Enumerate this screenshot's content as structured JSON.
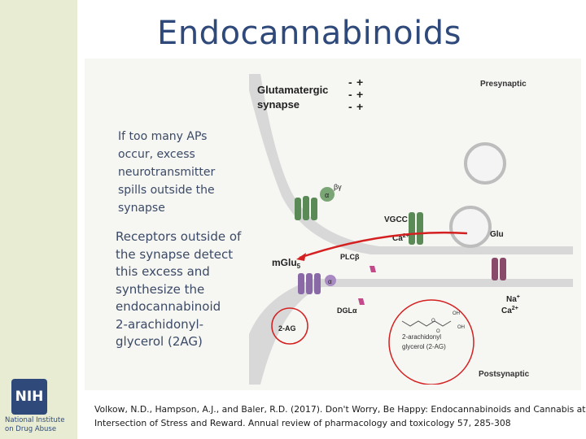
{
  "slide": {
    "title": "Endocannabinoids",
    "text1": {
      "lines": [
        "If too many APs",
        "occur, excess",
        "neurotransmitter",
        "spills outside the",
        "synapse"
      ]
    },
    "text2": {
      "lines": [
        "Receptors outside of",
        "the synapse detect",
        "this excess and",
        "synthesize the",
        "endocannabinoid",
        " 2-arachidonyl-",
        "glycerol (2AG)"
      ]
    },
    "citation": {
      "lines": [
        "Volkow, N.D., Hampson, A.J., and Baler, R.D. (2017). Don't Worry, Be Happy: Endocannabinoids and Cannabis at the",
        "Intersection of Stress and Reward. Annual review of pharmacology and toxicology 57, 285-308"
      ]
    },
    "logo": {
      "mark": "NIH",
      "lines": [
        "National Institute",
        "on Drug Abuse"
      ]
    }
  },
  "diagram": {
    "labels": {
      "glutamatergic": "Glutamatergic",
      "synapse": "synapse",
      "presynaptic": "Presynaptic",
      "postsynaptic": "Postsynaptic",
      "signs": [
        "-",
        "+",
        "-",
        "+",
        "-",
        "+"
      ],
      "alpha": "α",
      "beta_gamma": "βγ",
      "vgcc": "VGCC",
      "ca": "Ca",
      "ca_charge": "2+",
      "glu": "Glu",
      "mglu": "mGlu",
      "mglu_sub": "5",
      "plc": "PLCβ",
      "alpha2": "α",
      "dgl": "DGLα",
      "two_ag": "2-AG",
      "na": "Na",
      "na_charge": "+",
      "ca2": "Ca",
      "ca2_charge": "2+",
      "molecule_line1": "2-arachidonyl",
      "molecule_line2": "glycerol (2-AG)",
      "oh1": "OH",
      "oh2": "OH",
      "o1": "O",
      "o2": "O"
    }
  },
  "colors": {
    "title": "#2f4a7a",
    "text": "#3b4a66",
    "band": "#e8ecd3",
    "arrow": "#d42020",
    "highlight_circle": "#d42020",
    "receptor_green": "#5a8a55",
    "receptor_purple": "#8a6aa6",
    "membrane": "#c8c8c8"
  }
}
